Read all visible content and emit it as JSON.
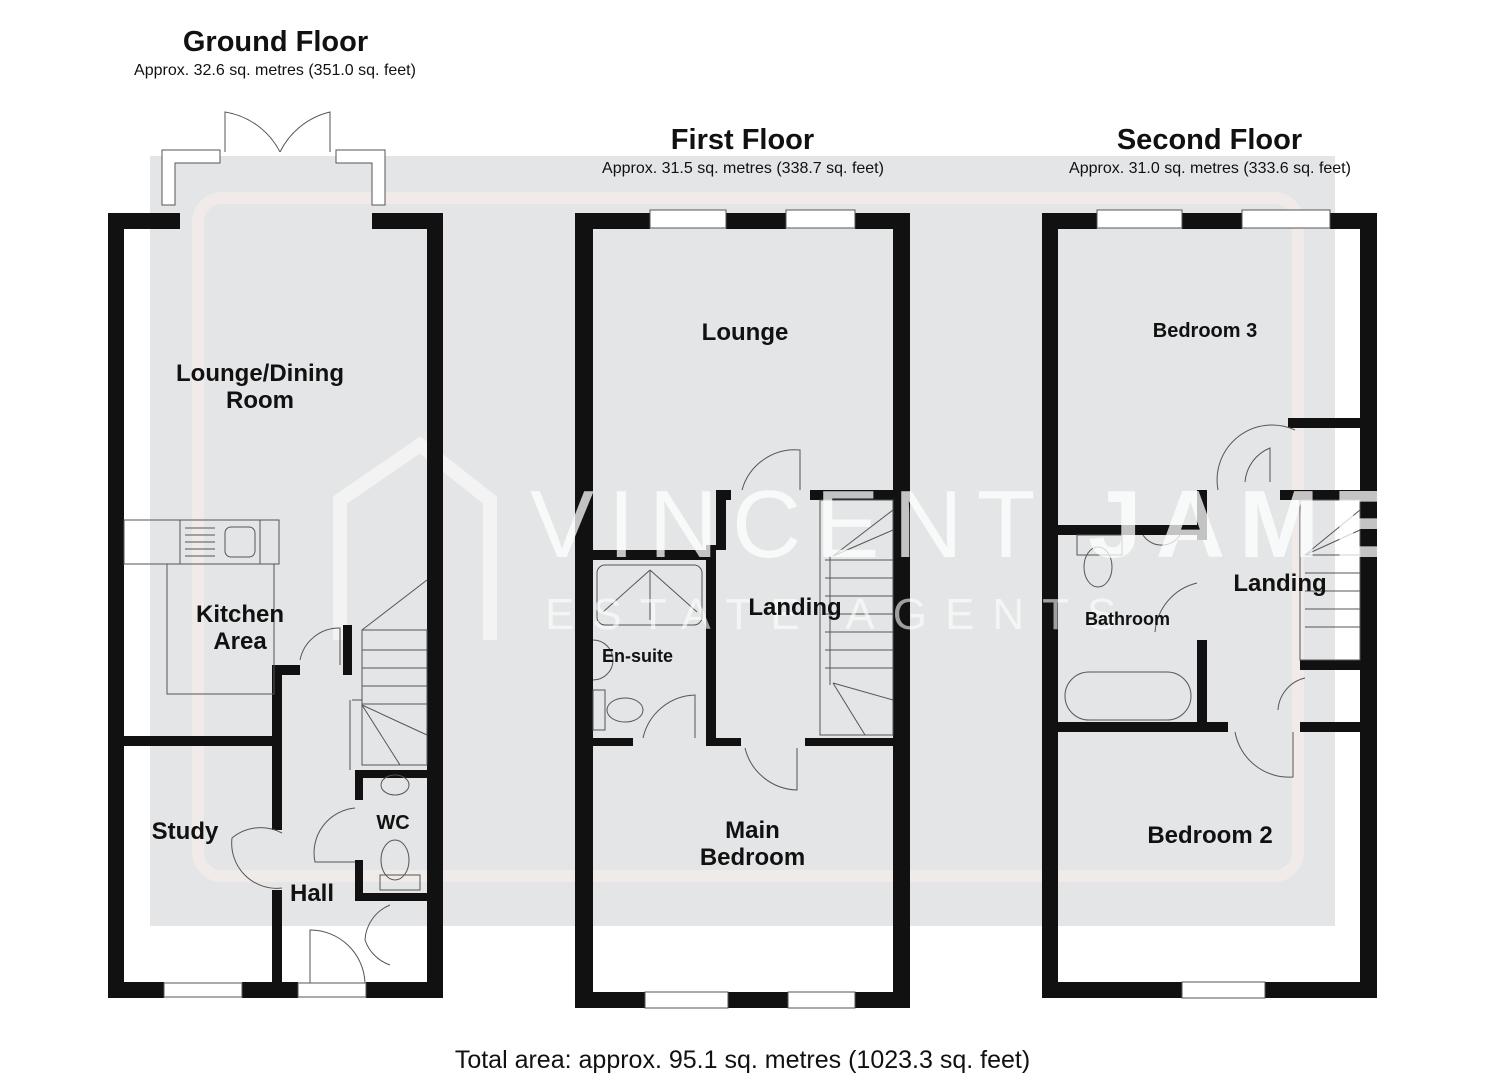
{
  "watermark": {
    "brand_light": "VINCENT ",
    "brand_bold": "JAMES",
    "tagline": "ESTATE AGENTS"
  },
  "floors": [
    {
      "title": "Ground Floor",
      "area": "Approx. 32.6 sq. metres (351.0 sq. feet)",
      "rooms": [
        {
          "line1": "Lounge/Dining",
          "line2": "Room"
        },
        {
          "line1": "Kitchen",
          "line2": "Area"
        },
        {
          "line1": "Study"
        },
        {
          "line1": "Hall"
        },
        {
          "line1": "WC"
        }
      ]
    },
    {
      "title": "First Floor",
      "area": "Approx. 31.5 sq. metres (338.7 sq. feet)",
      "rooms": [
        {
          "line1": "Lounge"
        },
        {
          "line1": "Landing"
        },
        {
          "line1": "En-suite"
        },
        {
          "line1": "Main",
          "line2": "Bedroom"
        }
      ]
    },
    {
      "title": "Second Floor",
      "area": "Approx. 31.0 sq. metres (333.6 sq. feet)",
      "rooms": [
        {
          "line1": "Bedroom 3"
        },
        {
          "line1": "Landing"
        },
        {
          "line1": "Bathroom"
        },
        {
          "line1": "Bedroom 2"
        }
      ]
    }
  ],
  "total_area": "Total area: approx. 95.1 sq. metres (1023.3 sq. feet)",
  "colors": {
    "wall": "#111111",
    "watermark_bg": "#e4e5e6",
    "fixture_line": "#555555"
  }
}
